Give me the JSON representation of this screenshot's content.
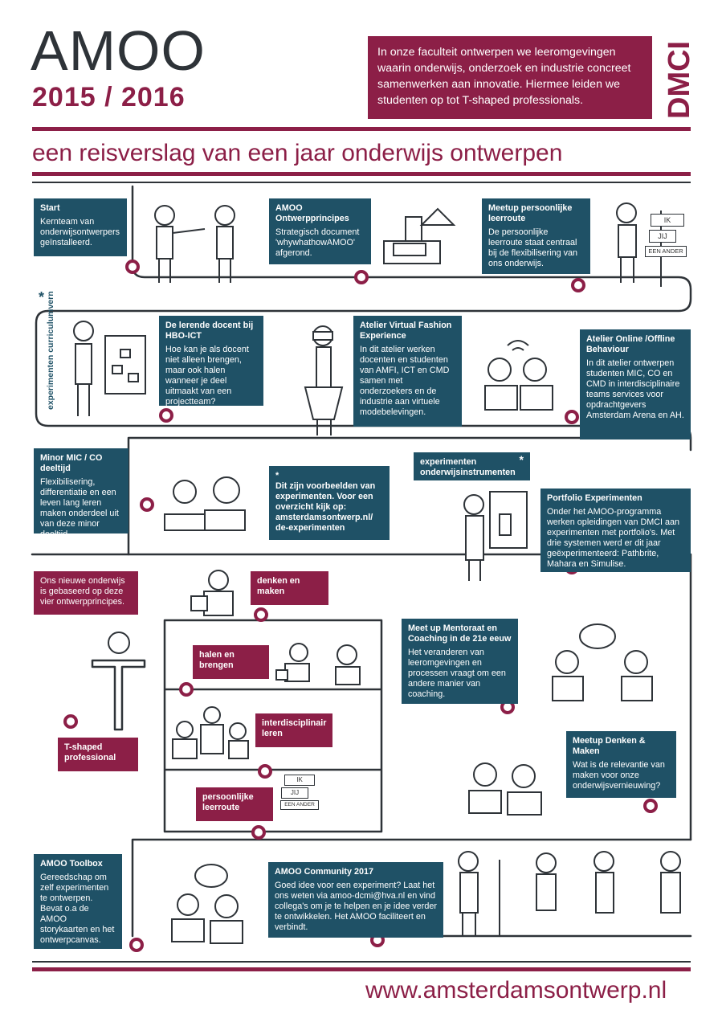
{
  "header": {
    "title": "AMOO",
    "year": "2015 / 2016",
    "intro": "In onze faculteit ontwerpen we leeromgevingen waarin onderwijs, onderzoek en industrie concreet samenwerken aan innovatie. Hiermee leiden we studenten op tot T-shaped professionals.",
    "brand": "DMCI",
    "subtitle": "een reisverslag van een jaar onderwijs ontwerpen"
  },
  "colors": {
    "accent": "#8c1f47",
    "teal": "#1f5166",
    "ink": "#2e3338"
  },
  "cards": {
    "start": {
      "heading": "Start",
      "body": "Kernteam van onderwijsontwerpers geïnstalleerd."
    },
    "principles": {
      "heading": "AMOO Ontwerpprincipes",
      "body": "Strategisch document 'whywhathowAMOO' afgerond."
    },
    "meetup_route": {
      "heading": "Meetup persoonlijke leerroute",
      "body": "De persoonlijke leerroute staat centraal bij de flexibilisering van ons onderwijs."
    },
    "docent": {
      "heading": "De lerende docent bij HBO-ICT",
      "body": "Hoe kan je als docent niet alleen brengen, maar ook halen wanneer je deel uitmaakt van een projectteam?"
    },
    "fashion": {
      "heading": "Atelier Virtual Fashion Experience",
      "body": "In dit atelier werken docenten en studenten van AMFI, ICT en CMD samen met onderzoekers en de industrie aan virtuele modebelevingen."
    },
    "online": {
      "heading": "Atelier Online /Offline Behaviour",
      "body": "In dit atelier ontwerpen studenten MIC, CO en CMD in interdisciplinaire teams services voor opdrachtgevers Amsterdam Arena en AH."
    },
    "minor": {
      "heading": "Minor MIC / CO deeltijd",
      "body": "Flexibilisering, differentiatie en een leven lang leren maken onderdeel uit van deze minor deeltijd."
    },
    "examples": {
      "star": "*",
      "heading": "Dit zijn voorbeelden van experimenten. Voor een overzicht kijk op: amsterdamsontwerp.nl/ de-experimenten"
    },
    "instr": {
      "heading": "experimenten onderwijsinstrumenten",
      "star": "*"
    },
    "portfolio": {
      "heading": "Portfolio  Experimenten",
      "body": "Onder het AMOO-programma werken opleidingen van DMCI aan experimenten met portfolio's. Met drie systemen werd er dit jaar geëxperimenteerd: Pathbrite, Mahara en Simulise."
    },
    "newedu": {
      "body": "Ons nieuwe onderwijs is gebaseerd op deze vier ontwerpprincipes."
    },
    "denken": {
      "heading": "denken en maken"
    },
    "halen": {
      "heading": "halen en brengen"
    },
    "inter": {
      "heading": "interdisciplinair leren"
    },
    "leerroute": {
      "heading": "persoonlijke leerroute"
    },
    "tshaped": {
      "heading": "T-shaped professional"
    },
    "mentor": {
      "heading": "Meet up Mentoraat en Coaching in de 21e eeuw",
      "body": "Het veranderen van leeromgevingen en processen vraagt om een andere manier van coaching."
    },
    "dm": {
      "heading": "Meetup Denken & Maken",
      "body": "Wat is de relevantie van maken voor onze onderwijsvernieuwing?"
    },
    "toolbox": {
      "heading": "AMOO Toolbox",
      "body": "Gereedschap om zelf experimenten te ontwerpen. Bevat o.a  de AMOO storykaarten en het ontwerpcanvas."
    },
    "community": {
      "heading": "AMOO Community 2017",
      "body": "Goed idee voor een experiment? Laat het ons weten via amoo-dcmi@hva.nl en vind collega's om je te helpen en je idee verder te ontwikkelen. Het AMOO faciliteert en verbindt."
    }
  },
  "side_label": {
    "star": "*",
    "text": "experimenten curriculumvernieuwing"
  },
  "signposts": {
    "top": [
      "IK",
      "JIJ",
      "EEN ANDER"
    ],
    "bottom": [
      "IK",
      "JIJ",
      "EEN ANDER"
    ]
  },
  "footer": {
    "url": "www.amsterdamsontwerp.nl"
  }
}
